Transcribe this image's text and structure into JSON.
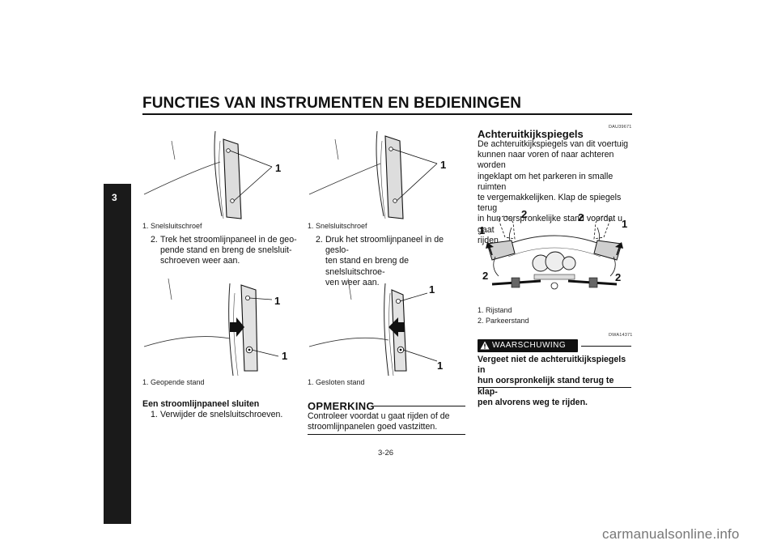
{
  "header": {
    "title": "FUNCTIES VAN INSTRUMENTEN EN BEDIENINGEN",
    "section_tab": "3"
  },
  "col1": {
    "fig1": {
      "callout": "1",
      "caption": "1. Snelsluitschroef"
    },
    "step2": {
      "num": "2.",
      "lines": [
        "Trek het stroomlijnpaneel in de geo-",
        "pende stand en breng de snelsluit-",
        "schroeven weer aan."
      ]
    },
    "fig2": {
      "callout_top": "1",
      "callout_bottom": "1",
      "caption": "1. Geopende stand"
    },
    "subheading": "Een stroomlijnpaneel sluiten",
    "step1": {
      "num": "1.",
      "text": "Verwijder de snelsluitschroeven."
    }
  },
  "col2": {
    "fig1": {
      "callout": "1",
      "caption": "1. Snelsluitschroef"
    },
    "step2": {
      "num": "2.",
      "lines": [
        "Druk het stroomlijnpaneel in de geslo-",
        "ten stand en breng de snelsluitschroe-",
        "ven weer aan."
      ]
    },
    "fig2": {
      "callout_top": "1",
      "callout_bottom": "1",
      "caption": "1. Gesloten stand"
    },
    "note": {
      "title": "OPMERKING",
      "lines": [
        "Controleer voordat u gaat rijden of de",
        "stroomlijnpanelen goed vastzitten."
      ]
    }
  },
  "col3": {
    "code1": "DAU39671",
    "heading": "Achteruitkijkspiegels",
    "paragraph": [
      "De achteruitkijkspiegels van dit voertuig",
      "kunnen naar voren of naar achteren worden",
      "ingeklapt om het parkeren in smalle ruimten",
      "te vergemakkelijken. Klap de spiegels terug",
      "in hun oorspronkelijke stand voordat u gaat",
      "rijden."
    ],
    "figure": {
      "labels": {
        "l1": "1",
        "l2a": "2",
        "l2b": "2",
        "r1": "1",
        "r2a": "2",
        "r2b": "2"
      },
      "captions": [
        "1. Rijstand",
        "2. Parkeerstand"
      ]
    },
    "code2": "DWA14371",
    "warning": {
      "label": "WAARSCHUWING",
      "lines": [
        "Vergeet niet de achteruitkijkspiegels in",
        "hun oorspronkelijk stand terug te klap-",
        "pen alvorens weg te rijden."
      ]
    }
  },
  "footer": {
    "page_number": "3-26",
    "watermark": "carmanualsonline.info"
  },
  "colors": {
    "ink": "#111111",
    "background": "#ffffff",
    "watermark": "#777777"
  }
}
